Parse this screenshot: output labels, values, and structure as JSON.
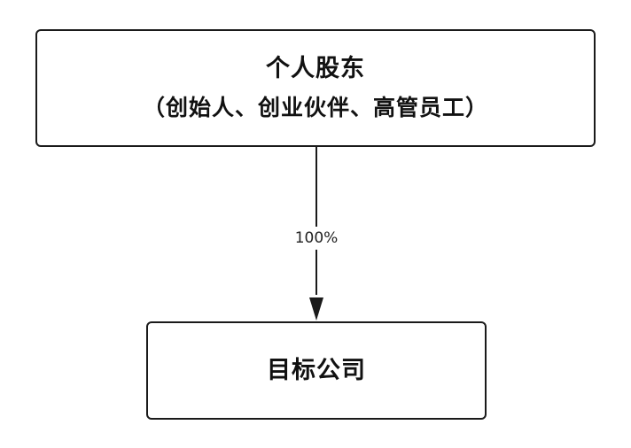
{
  "nodes": {
    "shareholder": {
      "title": "个人股东",
      "subtitle": "（创始人、创业伙伴、高管员工）"
    },
    "target": {
      "title": "目标公司"
    }
  },
  "edges": [
    {
      "from": "shareholder",
      "to": "target",
      "label": "100%"
    }
  ],
  "colors": {
    "stroke": "#1a1a1a",
    "background": "#ffffff"
  }
}
